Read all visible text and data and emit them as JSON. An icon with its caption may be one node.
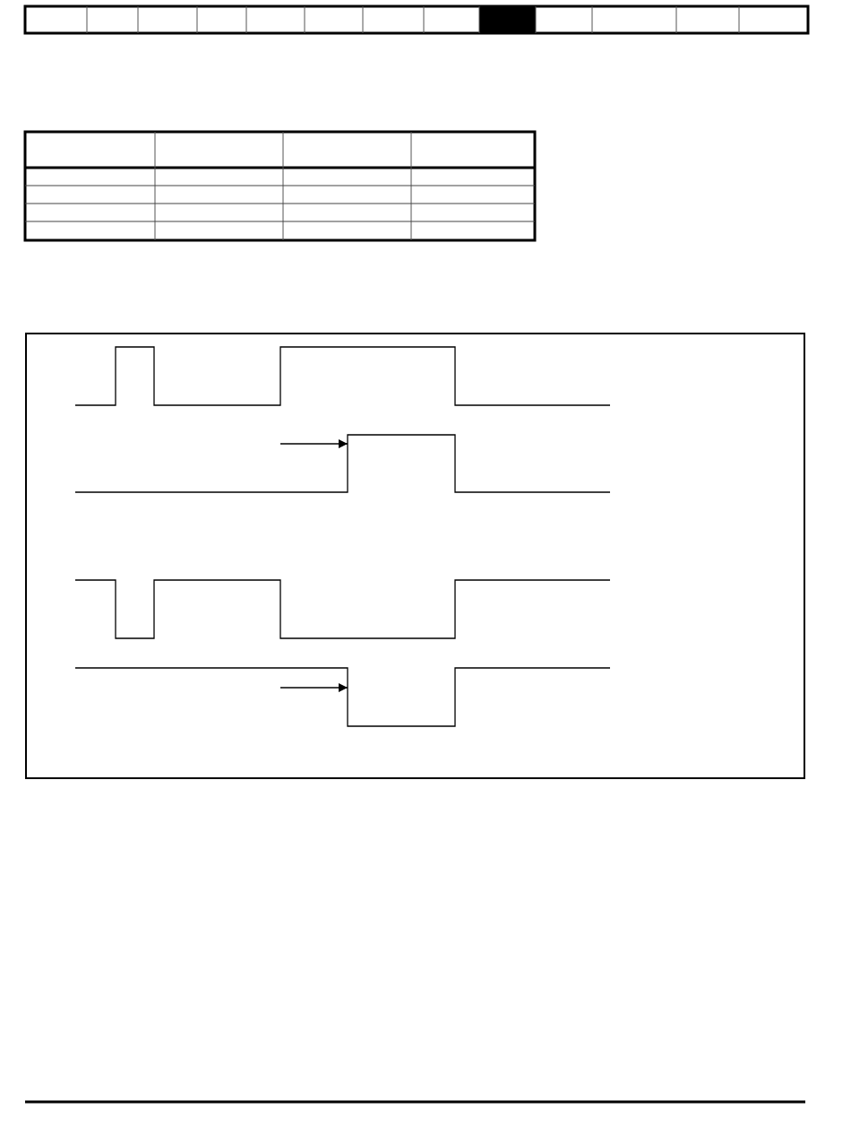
{
  "diagram": {
    "nodes": [
      {
        "text": [],
        "shape": "box"
      },
      {
        "text": [],
        "shape": "waveform",
        "in": 0
      },
      {
        "text": [],
        "shape": "waveform",
        "in": 0
      },
      {
        "text": [],
        "shape": "waveform",
        "in": 0
      },
      {
        "text": [],
        "shape": "waveform",
        "in": 0
      }
    ],
    "edges": [
      {
        "from": null,
        "to": 2,
        "arrow": "to"
      },
      {
        "from": null,
        "to": 4,
        "arrow": "to"
      }
    ]
  }
}
